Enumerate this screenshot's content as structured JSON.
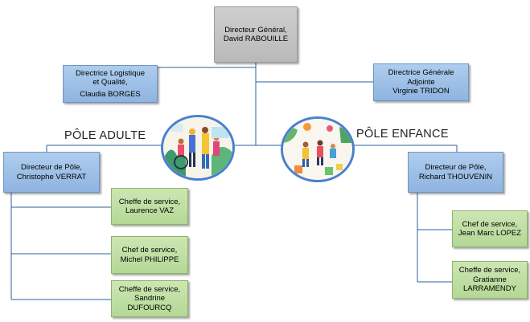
{
  "director_general": {
    "line1": "Directeur Général,",
    "line2": "David RABOUILLE"
  },
  "logistique": {
    "line1": "Directrice Logistique",
    "line2": "et Qualité,",
    "line3": "Claudia BORGES"
  },
  "adjointe": {
    "line1": "Directrice Générale",
    "line2": "Adjointe",
    "line3": "Virginie TRIDON"
  },
  "pole_adulte": {
    "title": "PÔLE ADULTE",
    "director": {
      "line1": "Directeur de Pôle,",
      "line2": "Christophe VERRAT"
    },
    "services": [
      {
        "line1": "Cheffe de service,",
        "line2": "Laurence VAZ"
      },
      {
        "line1": "Chef de service,",
        "line2": "Michel PHILIPPE"
      },
      {
        "line1": "Cheffe de service,",
        "line2": "Sandrine",
        "line3": "DUFOURCQ"
      }
    ]
  },
  "pole_enfance": {
    "title": "PÔLE ENFANCE",
    "director": {
      "line1": "Directeur de Pôle,",
      "line2": "Richard THOUVENIN"
    },
    "services": [
      {
        "line1": "Chef de service,",
        "line2": "Jean Marc LOPEZ"
      },
      {
        "line1": "Cheffe de service,",
        "line2": "Gratianne",
        "line3": "LARRAMENDY"
      }
    ]
  },
  "colors": {
    "line": "#2e5f9e",
    "gray_box": "#c4c4c4",
    "blue_box": "#9dbfe7",
    "green_box": "#c2df a4"
  }
}
